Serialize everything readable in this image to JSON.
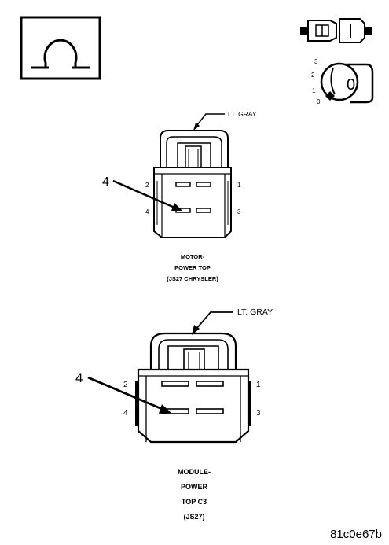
{
  "figure_id": "81c0e67b",
  "symbols": {
    "ohmmeter": "ohm-symbol-icon",
    "ignition_switch": {
      "positions": [
        "3",
        "2",
        "1",
        "0"
      ],
      "key_label": "0"
    }
  },
  "connector_top": {
    "color_label": "LT. GRAY",
    "callout": "4",
    "pins": {
      "p1": "1",
      "p2": "2",
      "p3": "3",
      "p4": "4"
    },
    "caption": [
      "MOTOR-",
      "POWER TOP",
      "(JS27 CHRYSLER)"
    ]
  },
  "connector_bottom": {
    "color_label": "LT. GRAY",
    "callout": "4",
    "pins": {
      "p1": "1",
      "p2": "2",
      "p3": "3",
      "p4": "4"
    },
    "caption": [
      "MODULE-",
      "POWER",
      "TOP C3",
      "(JS27)"
    ]
  }
}
